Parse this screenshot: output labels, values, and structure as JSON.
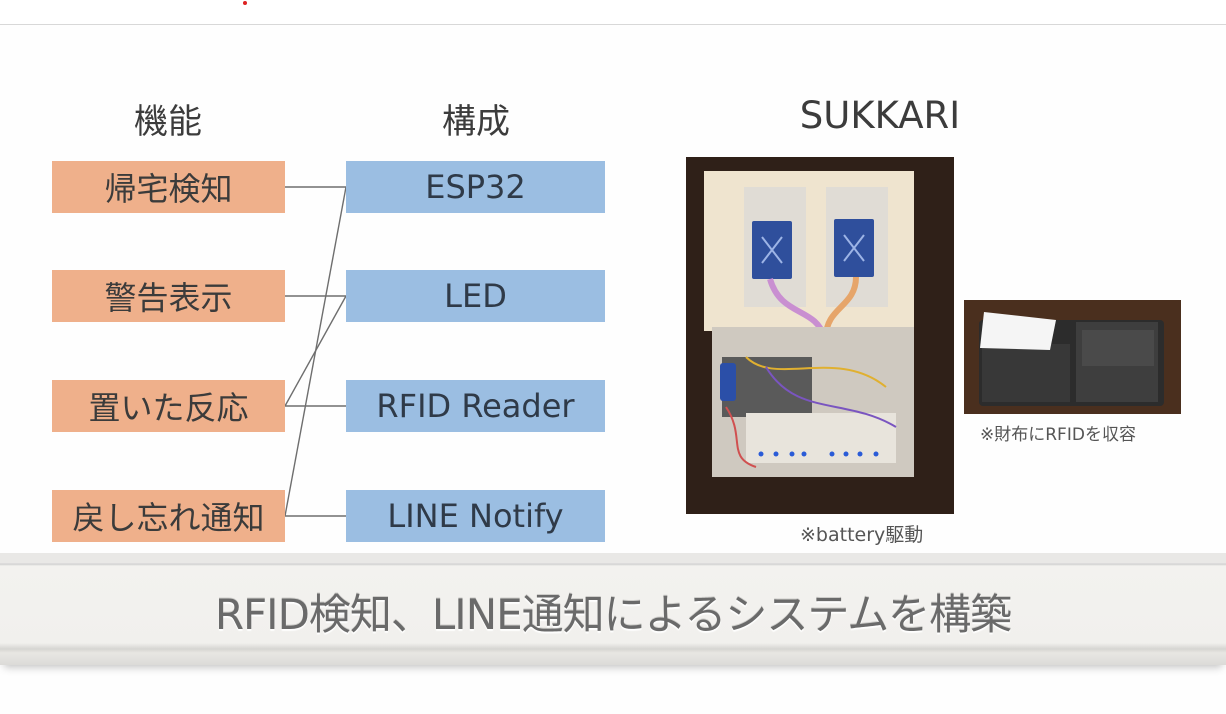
{
  "headings": {
    "functions": "機能",
    "components": "構成",
    "product": "SUKKARI"
  },
  "functions": [
    {
      "label": "帰宅検知"
    },
    {
      "label": "警告表示"
    },
    {
      "label": "置いた反応"
    },
    {
      "label": "戻し忘れ通知"
    }
  ],
  "components": [
    {
      "label": "ESP32"
    },
    {
      "label": "LED"
    },
    {
      "label": "RFID Reader"
    },
    {
      "label": "LINE Notify"
    }
  ],
  "connections": [
    {
      "from": "帰宅検知",
      "to": "ESP32"
    },
    {
      "from": "警告表示",
      "to": "LED"
    },
    {
      "from": "置いた反応",
      "to": "LED"
    },
    {
      "from": "置いた反応",
      "to": "RFID Reader"
    },
    {
      "from": "戻し忘れ通知",
      "to": "ESP32"
    },
    {
      "from": "戻し忘れ通知",
      "to": "LINE Notify"
    }
  ],
  "photos": {
    "device_caption": "※battery駆動",
    "wallet_caption": "※財布にRFIDを収容"
  },
  "banner": {
    "text": "RFID検知、LINE通知によるシステムを構築"
  },
  "colors": {
    "function_box": "#efb08b",
    "component_box": "#9bbee2",
    "connector_line": "#6e6e6e"
  }
}
